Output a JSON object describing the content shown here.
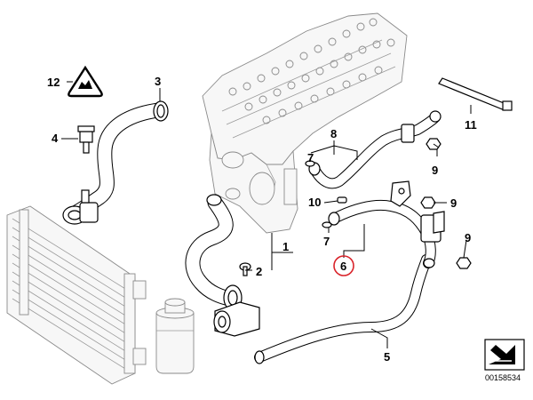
{
  "callouts": [
    {
      "id": "c1",
      "text": "1"
    },
    {
      "id": "c2",
      "text": "2"
    },
    {
      "id": "c3",
      "text": "3"
    },
    {
      "id": "c4",
      "text": "4"
    },
    {
      "id": "c5",
      "text": "5"
    },
    {
      "id": "c6",
      "text": "6"
    },
    {
      "id": "c7a",
      "text": "7"
    },
    {
      "id": "c7b",
      "text": "7"
    },
    {
      "id": "c8",
      "text": "8"
    },
    {
      "id": "c9a",
      "text": "9"
    },
    {
      "id": "c9b",
      "text": "9"
    },
    {
      "id": "c9c",
      "text": "9"
    },
    {
      "id": "c10",
      "text": "10"
    },
    {
      "id": "c11",
      "text": "11"
    },
    {
      "id": "c12",
      "text": "12"
    }
  ],
  "highlighted_callout": "6",
  "highlight_color": "#d9232a",
  "diagram_number": "00158534"
}
